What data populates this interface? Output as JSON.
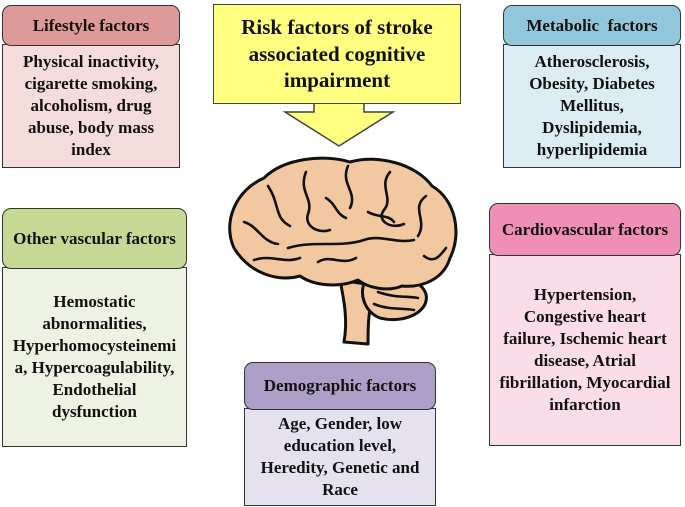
{
  "title": "Risk factors of stroke associated cognitive impairment",
  "lifestyle": {
    "header": "Lifestyle factors",
    "body": "Physical inactivity, cigarette smoking, alcoholism, drug abuse, body mass index"
  },
  "metabolic": {
    "header": "Metabolic  factors",
    "body": "Atherosclerosis, Obesity, Diabetes Mellitus, Dyslipidemia, hyperlipidemia"
  },
  "vascular": {
    "header": "Other vascular factors",
    "body": "Hemostatic abnormalities, Hyperhomocysteinemia, Hypercoagulability, Endothelial dysfunction"
  },
  "cardio": {
    "header": "Cardiovascular factors",
    "body": "Hypertension, Congestive heart failure, Ischemic heart disease, Atrial fibrillation, Myocardial infarction"
  },
  "demographic": {
    "header": "Demographic factors",
    "body": "Age, Gender, low education level, Heredity, Genetic and Race"
  },
  "colors": {
    "title_bg": "#ffff80",
    "lifestyle": "#dd9a98",
    "metabolic": "#92c7db",
    "vascular": "#c5d995",
    "cardio": "#f08fb6",
    "demographic": "#ad9fc8",
    "brain": "#f2c8a0"
  },
  "icons": [
    "brain-icon",
    "down-arrow-icon"
  ]
}
